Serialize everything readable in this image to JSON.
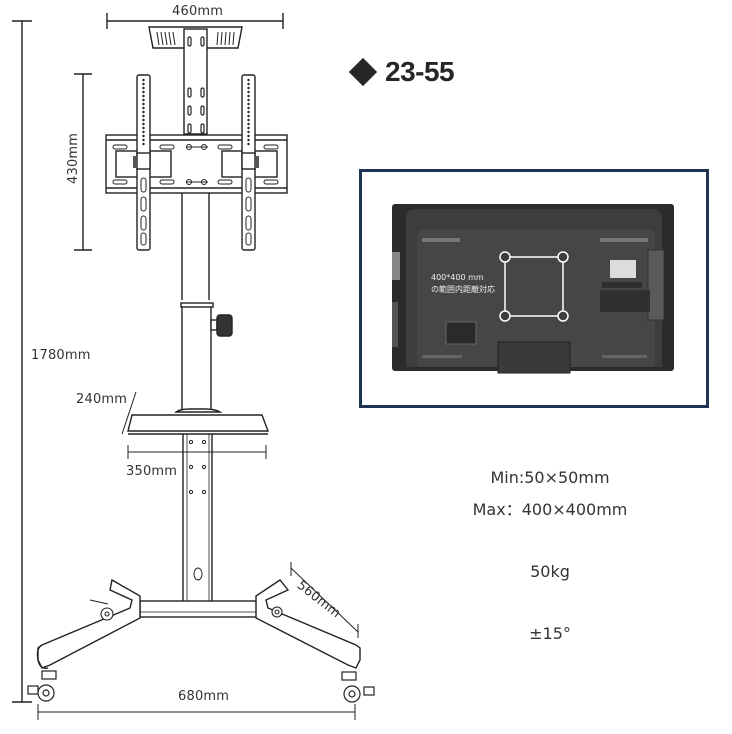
{
  "model": {
    "bullet_icon": "diamond-icon",
    "size_range": "23-55"
  },
  "dimensions": {
    "mount_width": "460mm",
    "mount_height": "430mm",
    "total_height": "1780mm",
    "shelf_depth": "240mm",
    "shelf_width": "350mm",
    "base_depth": "560mm",
    "base_width": "680mm"
  },
  "tv_image": {
    "annotation_line1": "400*400 mm",
    "annotation_line2": "の範囲内距離対応",
    "border_color": "#1f3352"
  },
  "specs": {
    "vesa_min": "Min:50×50mm",
    "vesa_max": "Max：400×400mm",
    "max_load": "50kg",
    "tilt": "±15°"
  }
}
